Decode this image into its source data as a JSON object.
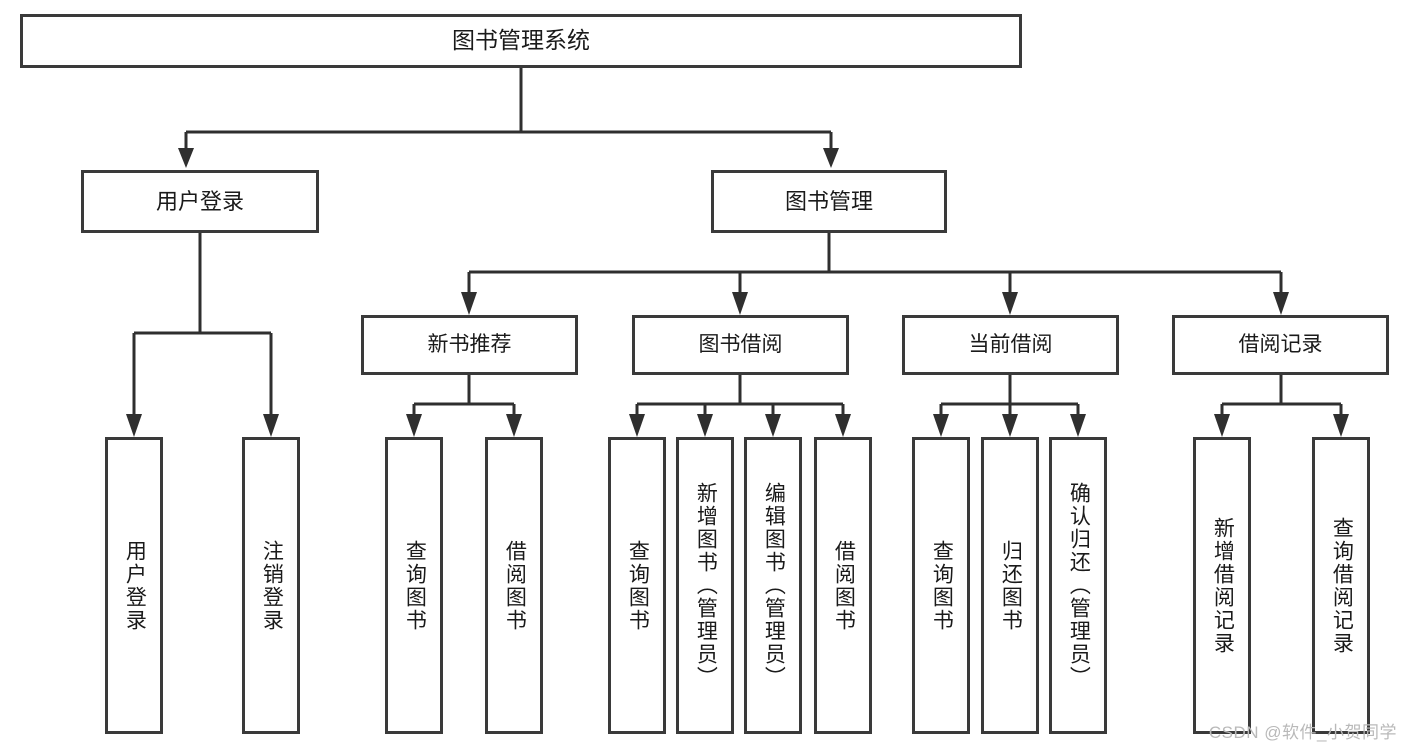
{
  "diagram": {
    "type": "tree",
    "title": "图书管理系统",
    "orientation": "top-down",
    "colors": {
      "box_border": "#3a3a3a",
      "box_fill": "#ffffff",
      "connector": "#2f2f2f",
      "text": "#1a1a1a",
      "watermark": "#b9b9b9",
      "background": "#ffffff"
    }
  },
  "root": {
    "label": "图书管理系统"
  },
  "level2": [
    {
      "label": "用户登录"
    },
    {
      "label": "图书管理"
    }
  ],
  "level3": [
    {
      "label": "新书推荐"
    },
    {
      "label": "图书借阅"
    },
    {
      "label": "当前借阅"
    },
    {
      "label": "借阅记录"
    }
  ],
  "leaves": {
    "user_login": [
      {
        "label": "用户登录"
      },
      {
        "label": "注销登录"
      }
    ],
    "new_book": [
      {
        "label": "查询图书"
      },
      {
        "label": "借阅图书"
      }
    ],
    "book_borrow": [
      {
        "label": "查询图书"
      },
      {
        "label": "新增图书（管理员）"
      },
      {
        "label": "编辑图书（管理员）"
      },
      {
        "label": "借阅图书"
      }
    ],
    "current_borrow": [
      {
        "label": "查询图书"
      },
      {
        "label": "归还图书"
      },
      {
        "label": "确认归还（管理员）"
      }
    ],
    "borrow_record": [
      {
        "label": "新增借阅记录"
      },
      {
        "label": "查询借阅记录"
      }
    ]
  },
  "watermark": {
    "text": "CSDN @软件_小贺同学"
  }
}
